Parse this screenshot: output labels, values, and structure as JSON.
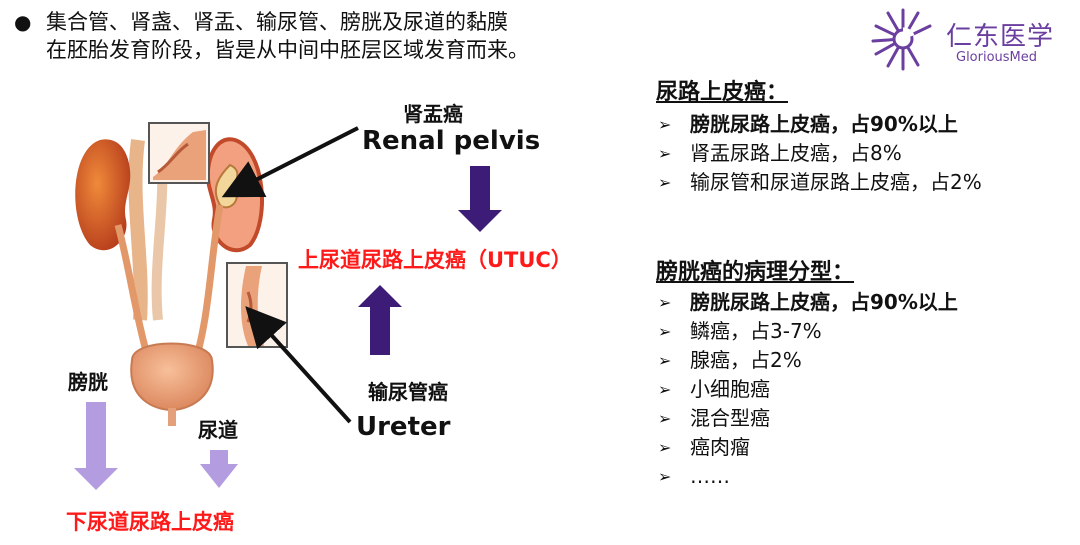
{
  "intro": {
    "bullet": "●",
    "line1": "集合管、肾盏、肾盂、输尿管、膀胱及尿道的黏膜",
    "line2": "在胚胎发育阶段，皆是从中间中胚层区域发育而来。"
  },
  "logo": {
    "cn": "仁东医学",
    "en": "GloriousMed",
    "brand_color": "#6b3fa0"
  },
  "diagram": {
    "renal_pelvis_cn": "肾盂癌",
    "renal_pelvis_en": "Renal pelvis",
    "utuc": "上尿道尿路上皮癌（UTUC）",
    "ureter_cn": "输尿管癌",
    "ureter_en": "Ureter",
    "bladder": "膀胱",
    "urethra": "尿道",
    "lower": "下尿道尿路上皮癌",
    "colors": {
      "dark_arrow": "#3d1c78",
      "light_arrow": "#b39ce0",
      "label_red": "#ff1a1a"
    }
  },
  "section1": {
    "title": "尿路上皮癌：",
    "items": [
      {
        "text": "膀胱尿路上皮癌，占90%以上",
        "bold": true
      },
      {
        "text": "肾盂尿路上皮癌，占8%",
        "bold": false
      },
      {
        "text": "输尿管和尿道尿路上皮癌，占2%",
        "bold": false
      }
    ]
  },
  "section2": {
    "title": "膀胱癌的病理分型：",
    "items": [
      {
        "text": "膀胱尿路上皮癌，占90%以上",
        "bold": true
      },
      {
        "text": "鳞癌，占3-7%",
        "bold": false
      },
      {
        "text": "腺癌，占2%",
        "bold": false
      },
      {
        "text": "小细胞癌",
        "bold": false
      },
      {
        "text": "混合型癌",
        "bold": false
      },
      {
        "text": "癌肉瘤",
        "bold": false
      },
      {
        "text": "……",
        "bold": false
      }
    ]
  },
  "list_arrow": "➢"
}
